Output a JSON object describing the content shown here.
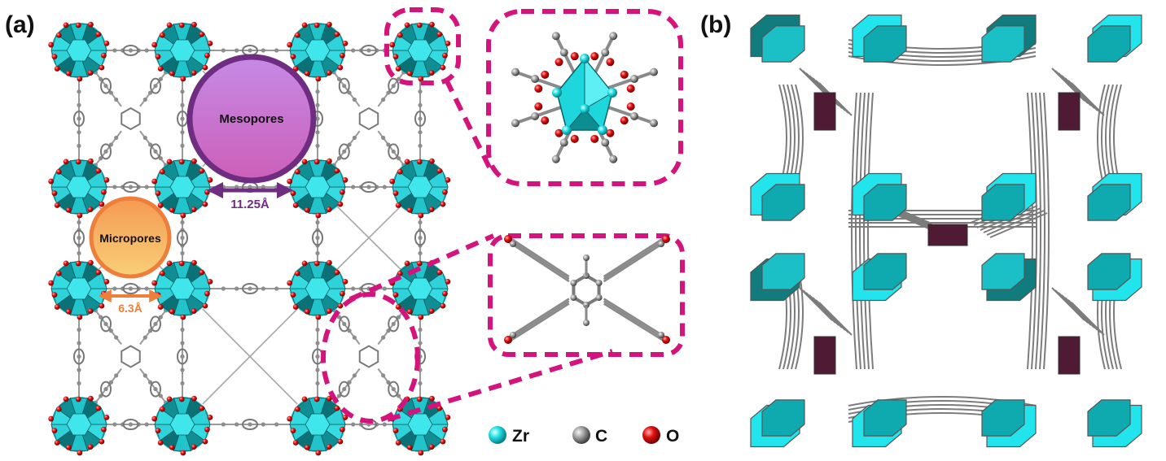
{
  "panels": {
    "a_label": "(a)",
    "b_label": "(b)"
  },
  "pores": {
    "meso_label": "Mesopores",
    "meso_size": "11.25Å",
    "micro_label": "Micropores",
    "micro_size": "6.3Å"
  },
  "legend": [
    {
      "symbol": "Zr",
      "color": "#1ee3e3"
    },
    {
      "symbol": "C",
      "color": "#8a8a8a"
    },
    {
      "symbol": "O",
      "color": "#d81010"
    }
  ],
  "colors": {
    "cluster_cyan": "#27c9cf",
    "cluster_dark": "#0b7d80",
    "highlight_magenta": "#d4147c",
    "meso_fill": "#b86ad6",
    "meso_stroke": "#6f2d82",
    "micro_fill": "#f7b06a",
    "micro_stroke": "#ef7e3a",
    "link_gray": "#888888",
    "node_maroon": "#4e1a34"
  }
}
